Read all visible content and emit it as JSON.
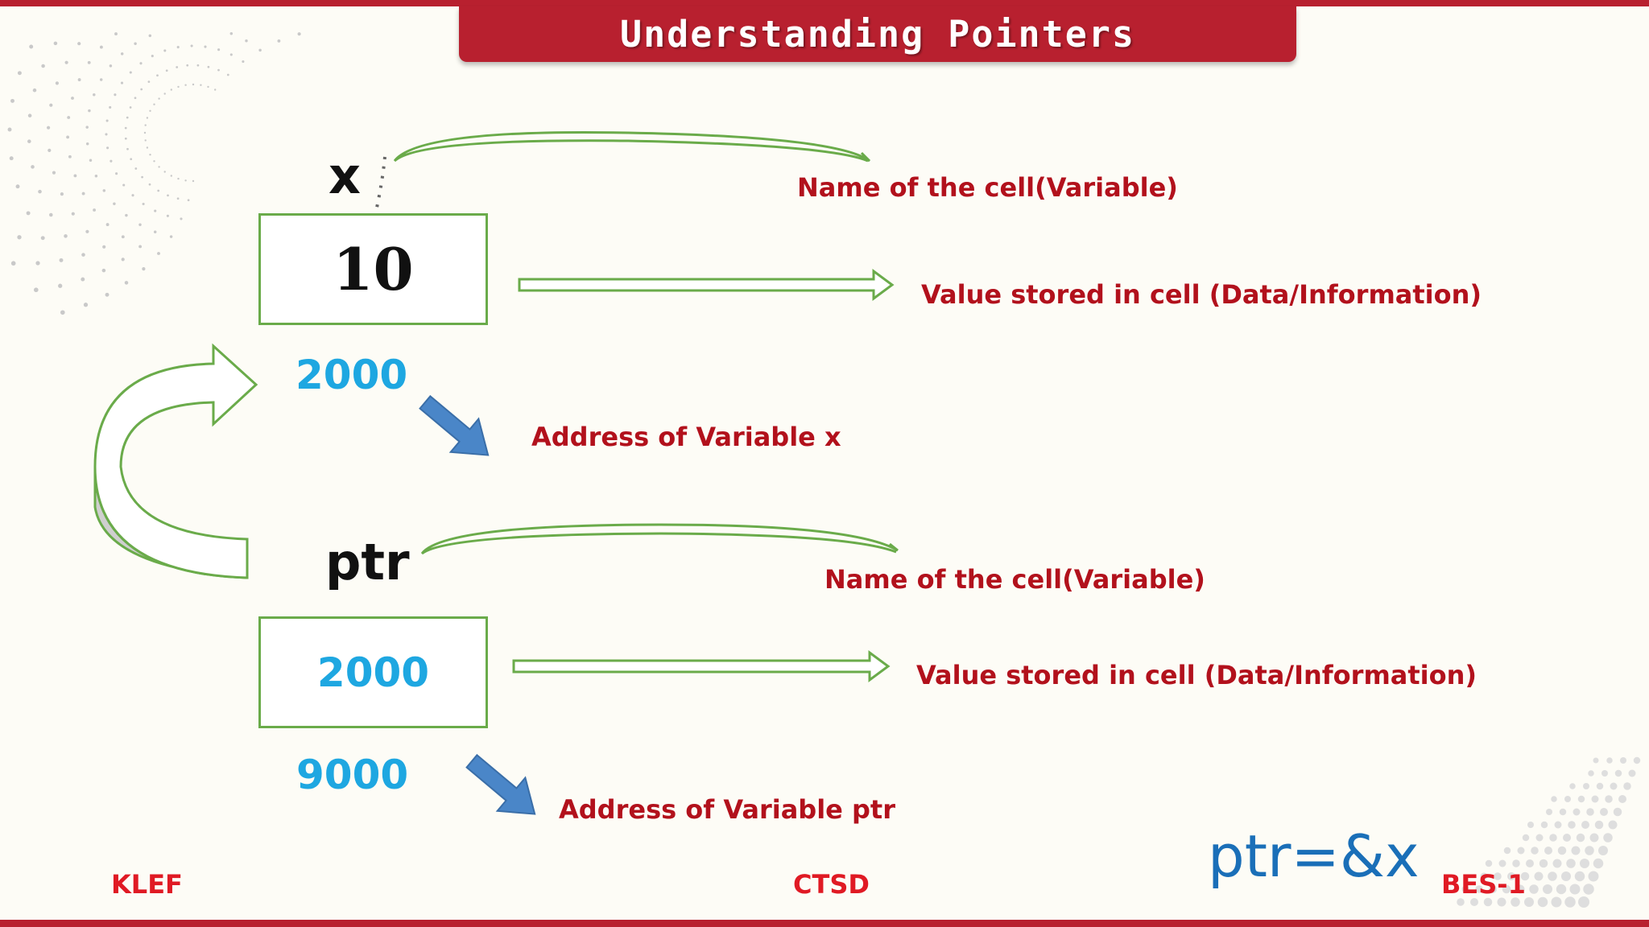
{
  "slide": {
    "title": "Understanding Pointers",
    "colors": {
      "accent_red": "#b8202f",
      "label_red": "#b2111c",
      "value_blue": "#1ea7e1",
      "box_green": "#6aab4a"
    }
  },
  "cell_x": {
    "name": "x",
    "value": "10",
    "address": "2000",
    "name_caption": "Name of the cell(Variable)",
    "value_caption": "Value stored in cell (Data/Information)",
    "address_caption": "Address of Variable x"
  },
  "cell_ptr": {
    "name": "ptr",
    "value": "2000",
    "address": "9000",
    "name_caption": "Name of the cell(Variable)",
    "value_caption": "Value stored in cell (Data/Information)",
    "address_caption": "Address of Variable ptr"
  },
  "formula": "ptr=&x",
  "footer": {
    "left": "KLEF",
    "center": "CTSD",
    "right": "BES-1"
  }
}
